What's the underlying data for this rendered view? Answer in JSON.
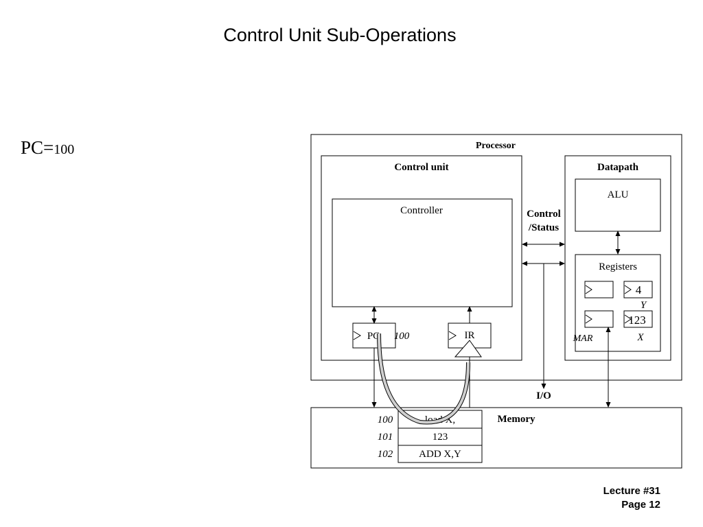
{
  "slide": {
    "title": "Control Unit Sub-Operations",
    "pc_note": {
      "label": "PC=",
      "value": "100"
    },
    "footer": {
      "lecture": "Lecture #31",
      "page": "Page 12"
    }
  },
  "diagram": {
    "processor_label": "Processor",
    "control_unit_label": "Control unit",
    "controller_label": "Controller",
    "pc_label": "PC",
    "pc_value": "100",
    "ir_label": "IR",
    "control_status_line1": "Control",
    "control_status_line2": "/Status",
    "datapath_label": "Datapath",
    "alu_label": "ALU",
    "registers_label": "Registers",
    "reg_y_value": "4",
    "reg_y_label": "Y",
    "reg_x_value": "123",
    "reg_x_label": "X",
    "mar_label": "MAR",
    "io_label": "I/O",
    "memory_label": "Memory",
    "memory_rows": [
      {
        "address": "100",
        "content": "load X,"
      },
      {
        "address": "101",
        "content": "123"
      },
      {
        "address": "102",
        "content": "ADD X,Y"
      }
    ]
  }
}
